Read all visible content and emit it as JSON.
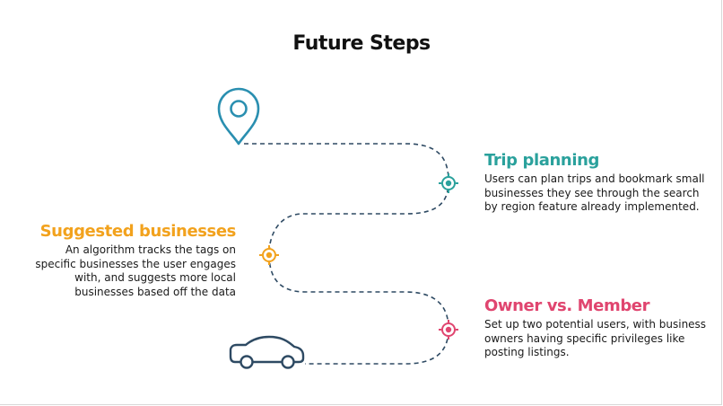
{
  "title": "Future Steps",
  "colors": {
    "teal": "#2aa19c",
    "orange": "#f2a21d",
    "pink": "#e0456f",
    "navy": "#2e4a63"
  },
  "icons": [
    "map-pin-icon",
    "target-marker-icon",
    "car-icon"
  ],
  "steps": [
    {
      "title": "Trip planning",
      "text": "Users can plan trips and bookmark small businesses they see through the search by region feature already implemented."
    },
    {
      "title": "Suggested businesses",
      "text": "An algorithm tracks the tags on specific businesses the user engages with, and suggests more local businesses based off the data"
    },
    {
      "title": "Owner vs. Member",
      "text": "Set up two potential users, with business owners having specific privileges like posting listings."
    }
  ]
}
